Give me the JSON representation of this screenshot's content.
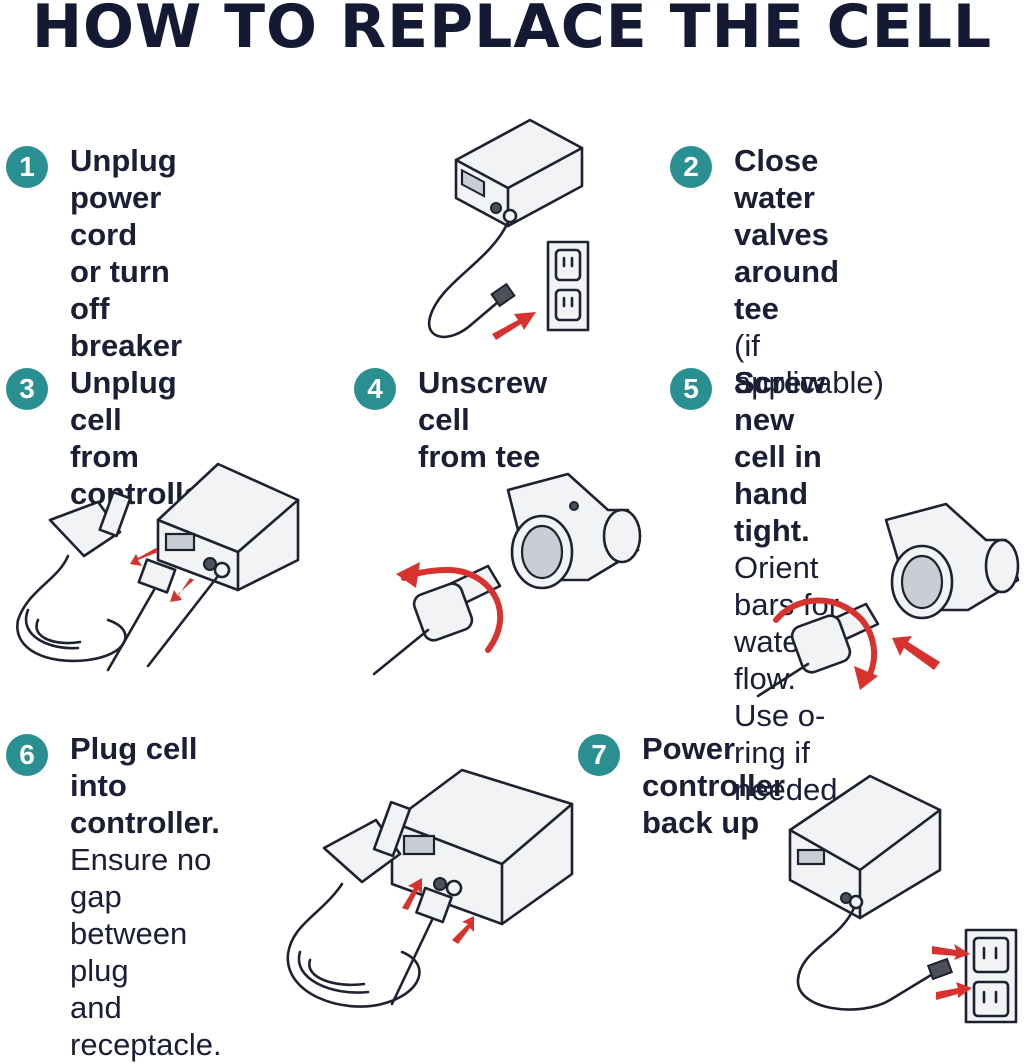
{
  "title": "HOW TO REPLACE THE CELL",
  "accent_color": "#2a8f91",
  "arrow_color": "#d8322f",
  "steps": [
    {
      "number": "1",
      "bold": "Unplug power cord or turn off breaker",
      "lines_bold": [
        "Unplug power cord",
        "or turn off breaker"
      ],
      "lines_normal": []
    },
    {
      "number": "2",
      "lines_bold": [
        "Close water valves",
        "around tee"
      ],
      "lines_normal": [
        "(if applicable)"
      ]
    },
    {
      "number": "3",
      "lines_bold": [
        "Unplug cell",
        "from controller"
      ],
      "lines_normal": []
    },
    {
      "number": "4",
      "lines_bold": [
        "Unscrew cell",
        "from tee"
      ],
      "lines_normal": []
    },
    {
      "number": "5",
      "lines_bold": [
        "Screw new cell in",
        "hand tight."
      ],
      "line2_normal": "Orient",
      "lines_normal": [
        "bars for water flow.",
        "Use o-ring if",
        "needed."
      ]
    },
    {
      "number": "6",
      "lines_bold": [
        "Plug cell into",
        "controller."
      ],
      "lines_normal": [
        "Ensure no gap",
        "between plug",
        "and receptacle."
      ]
    },
    {
      "number": "7",
      "lines_bold": [
        "Power controller",
        "back up"
      ],
      "lines_normal": []
    }
  ],
  "illustrations": [
    {
      "name": "controller-unplug-illustration",
      "icon": "controller-outlet-icon"
    },
    {
      "name": "cell-unplug-illustration",
      "icon": "controller-cell-icon"
    },
    {
      "name": "cell-unscrew-illustration",
      "icon": "tee-cell-icon"
    },
    {
      "name": "cell-screw-illustration",
      "icon": "tee-cell-icon"
    },
    {
      "name": "cell-plug-illustration",
      "icon": "controller-cell-icon"
    },
    {
      "name": "controller-power-illustration",
      "icon": "controller-outlet-icon"
    }
  ]
}
